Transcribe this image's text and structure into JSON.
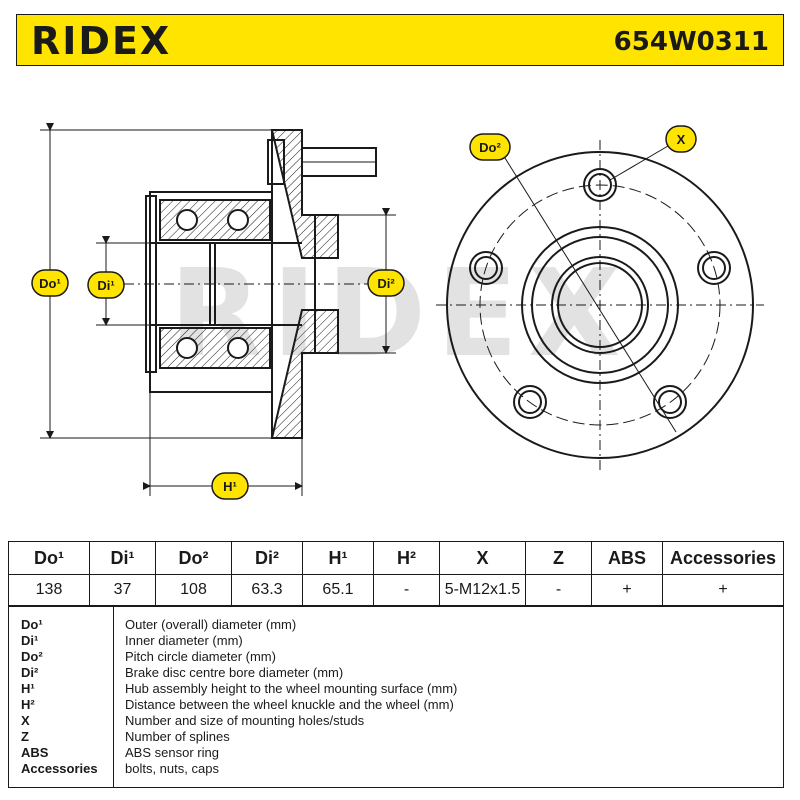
{
  "header": {
    "logo": "RIDEX",
    "part_number": "654W0311",
    "background_color": "#ffe400"
  },
  "drawing": {
    "watermark": "RIDEX",
    "labels": {
      "do1": "Do¹",
      "di1": "Di¹",
      "di2": "Di²",
      "h1": "H¹",
      "do2": "Do²",
      "x": "X"
    },
    "badge_color": "#ffe400"
  },
  "spec_table": {
    "headers": [
      "Do¹",
      "Di¹",
      "Do²",
      "Di²",
      "H¹",
      "H²",
      "X",
      "Z",
      "ABS",
      "Accessories"
    ],
    "values": [
      "138",
      "37",
      "108",
      "63.3",
      "65.1",
      "-",
      "5-M12x1.5",
      "-",
      "+",
      "+"
    ]
  },
  "legend": [
    {
      "code": "Do¹",
      "desc": "Outer (overall) diameter (mm)"
    },
    {
      "code": "Di¹",
      "desc": "Inner diameter (mm)"
    },
    {
      "code": "Do²",
      "desc": "Pitch circle diameter (mm)"
    },
    {
      "code": "Di²",
      "desc": "Brake disc centre bore diameter (mm)"
    },
    {
      "code": "H¹",
      "desc": "Hub assembly height to the wheel mounting surface (mm)"
    },
    {
      "code": "H²",
      "desc": "Distance between the wheel knuckle and the wheel (mm)"
    },
    {
      "code": "X",
      "desc": "Number and size of mounting holes/studs"
    },
    {
      "code": "Z",
      "desc": "Number of splines"
    },
    {
      "code": "ABS",
      "desc": "ABS sensor ring"
    },
    {
      "code": "Accessories",
      "desc": "bolts, nuts, caps"
    }
  ]
}
